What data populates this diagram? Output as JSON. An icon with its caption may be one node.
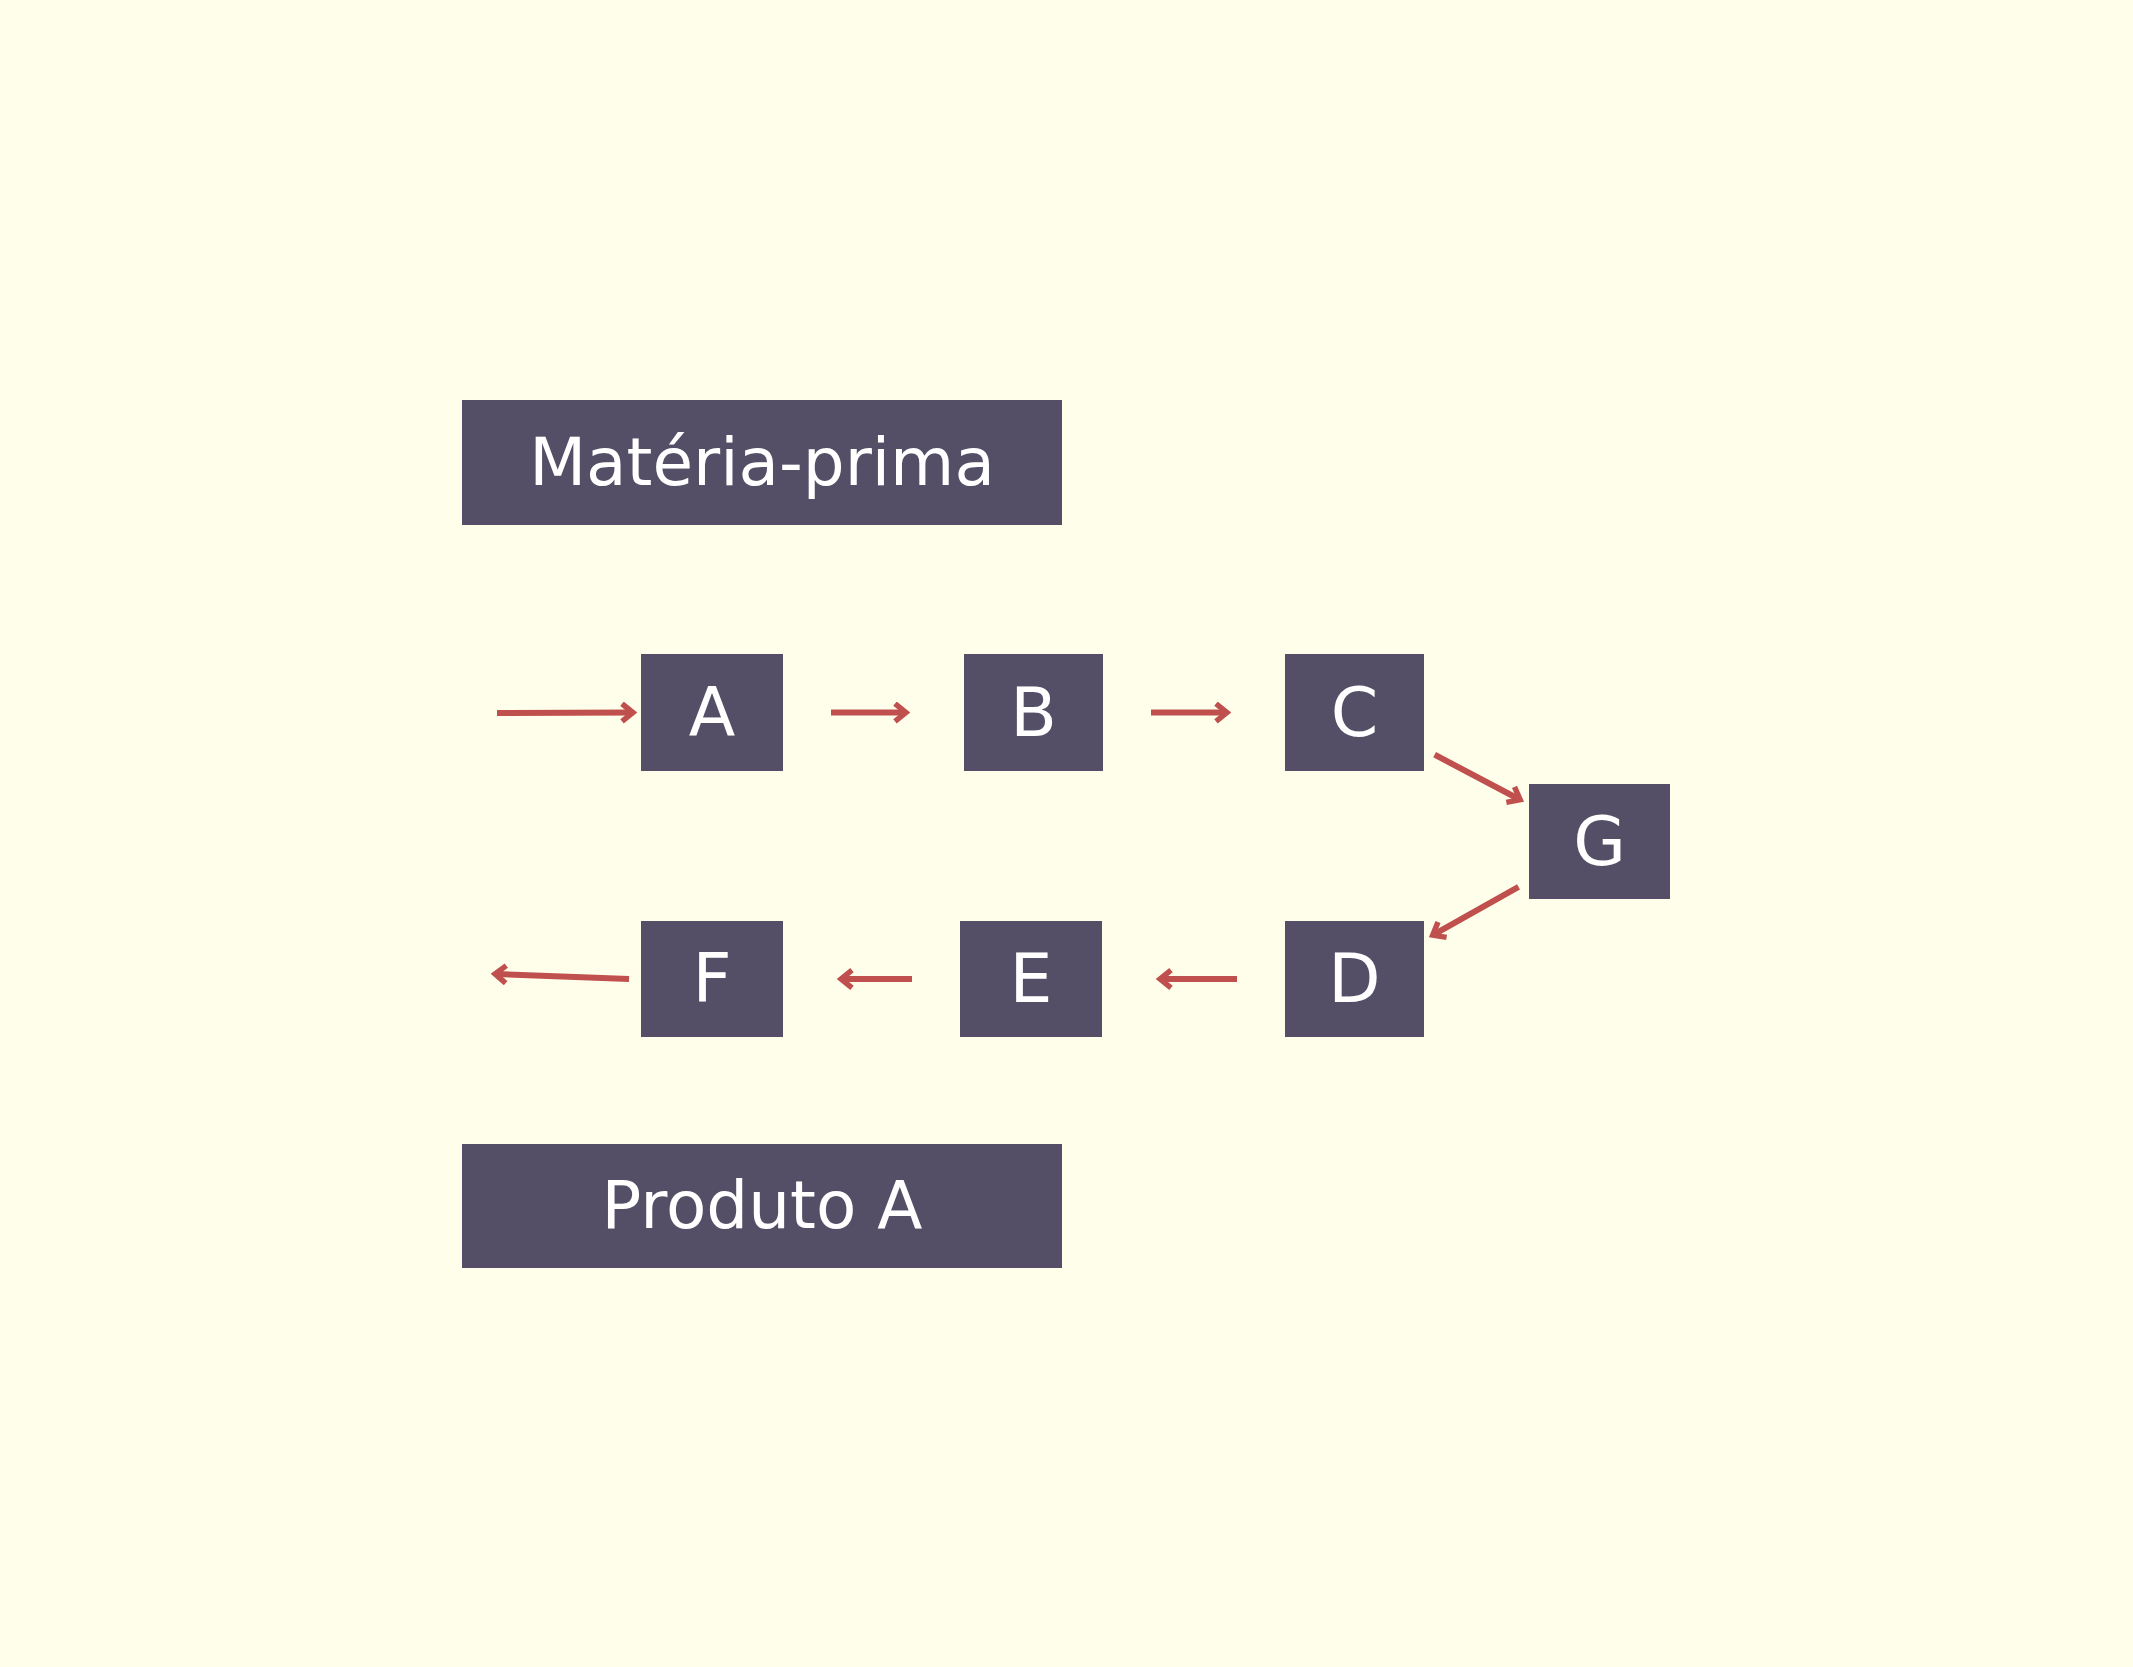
{
  "diagram": {
    "nodes": [
      {
        "text": [
          "Matéria-prima"
        ]
      },
      {
        "text": [
          "A"
        ]
      },
      {
        "text": [
          "B"
        ]
      },
      {
        "text": [
          "C"
        ]
      },
      {
        "text": [
          "G"
        ]
      },
      {
        "text": [
          "D"
        ]
      },
      {
        "text": [
          "E"
        ]
      },
      {
        "text": [
          "F"
        ]
      },
      {
        "text": [
          "Produto A"
        ]
      }
    ],
    "edges": [
      {
        "from": null,
        "to": 1,
        "arrow": "to"
      },
      {
        "from": 1,
        "to": 2,
        "arrow": "to"
      },
      {
        "from": 2,
        "to": 3,
        "arrow": "to"
      },
      {
        "from": 3,
        "to": 4,
        "arrow": "to"
      },
      {
        "from": 4,
        "to": 5,
        "arrow": "to"
      },
      {
        "from": 5,
        "to": 6,
        "arrow": "to"
      },
      {
        "from": 6,
        "to": 7,
        "arrow": "to"
      },
      {
        "from": 7,
        "to": null,
        "arrow": "to"
      }
    ]
  }
}
